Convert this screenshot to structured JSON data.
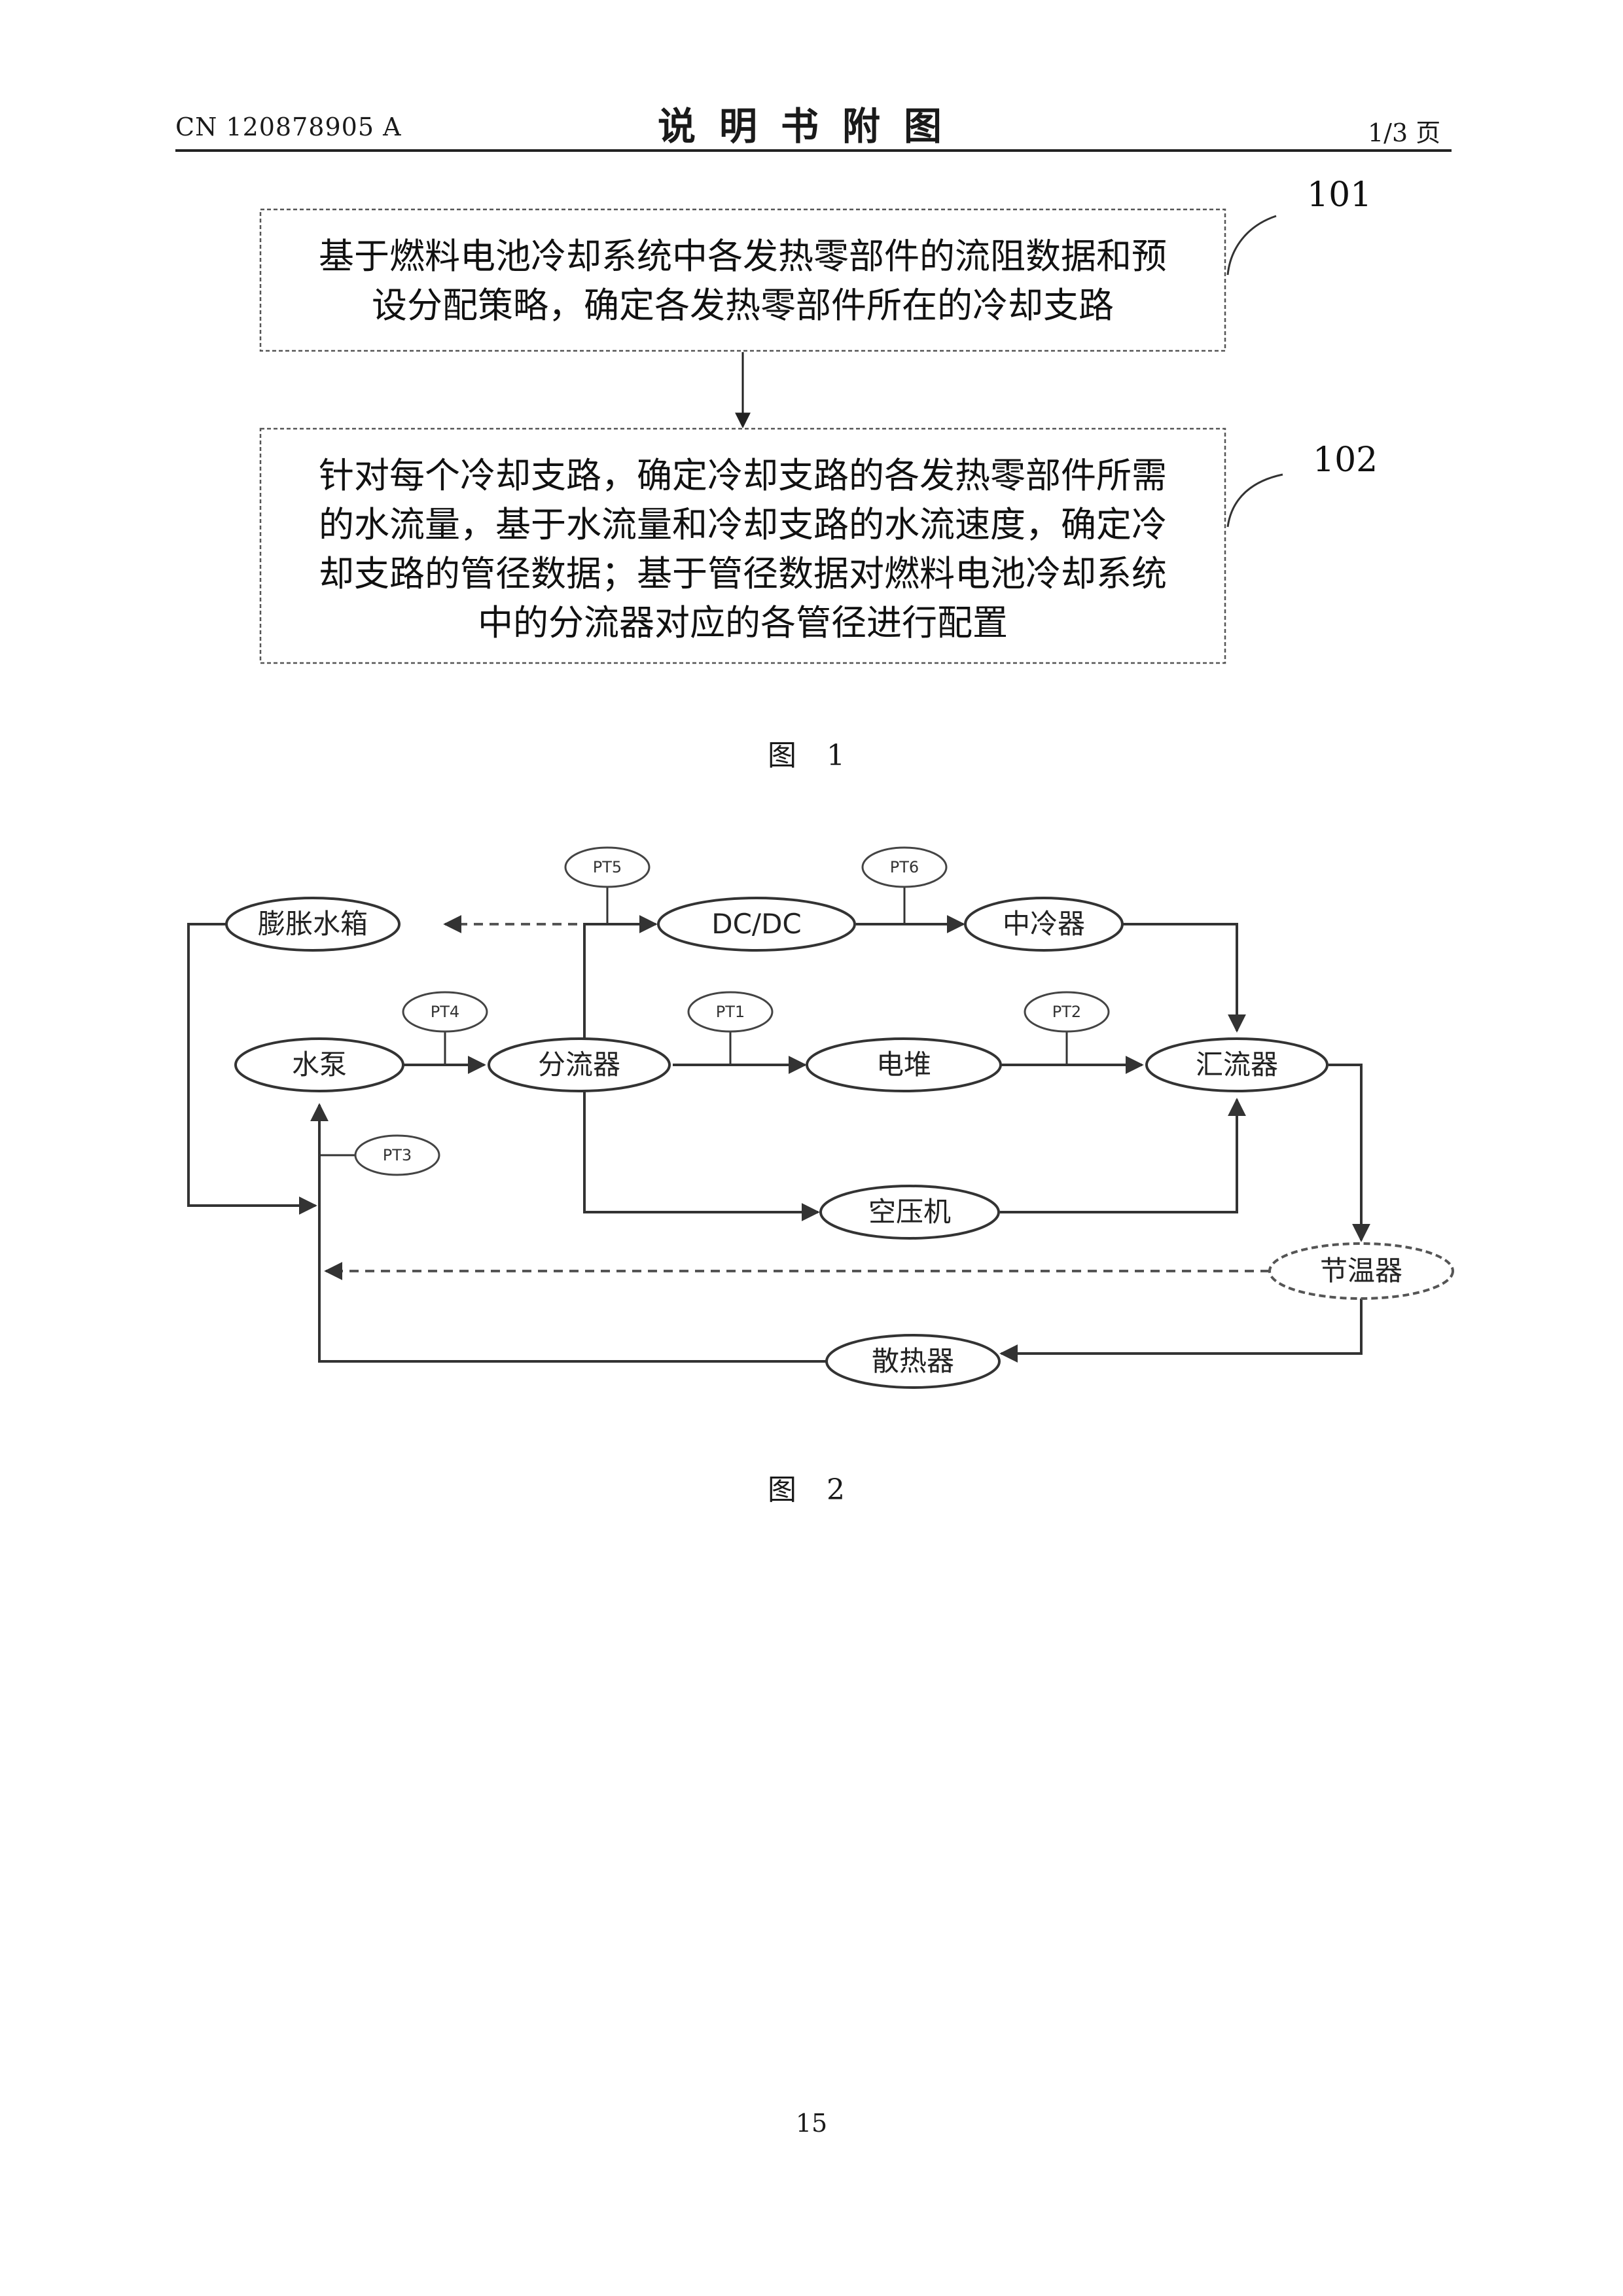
{
  "header": {
    "doc_number": "CN 120878905 A",
    "title": "说明书附图",
    "page_of": "1/3 页"
  },
  "figure1": {
    "caption": "图 1",
    "steps": [
      {
        "ref": "101",
        "lines": [
          "基于燃料电池冷却系统中各发热零部件的流阻数据和预",
          "设分配策略，确定各发热零部件所在的冷却支路"
        ]
      },
      {
        "ref": "102",
        "lines": [
          "针对每个冷却支路，确定冷却支路的各发热零部件所需",
          "的水流量，基于水流量和冷却支路的水流速度，确定冷",
          "却支路的管径数据；基于管径数据对燃料电池冷却系统",
          "中的分流器对应的各管径进行配置"
        ]
      }
    ]
  },
  "figure2": {
    "caption": "图 2",
    "nodes": {
      "expansion_tank": "膨胀水箱",
      "dcdc": "DC/DC",
      "intercooler": "中冷器",
      "pump": "水泵",
      "splitter": "分流器",
      "stack": "电堆",
      "collector": "汇流器",
      "compressor": "空压机",
      "thermostat": "节温器",
      "radiator": "散热器"
    },
    "sensors": {
      "pt1": "PT1",
      "pt2": "PT2",
      "pt3": "PT3",
      "pt4": "PT4",
      "pt5": "PT5",
      "pt6": "PT6"
    }
  },
  "footer": {
    "page_number": "15"
  }
}
